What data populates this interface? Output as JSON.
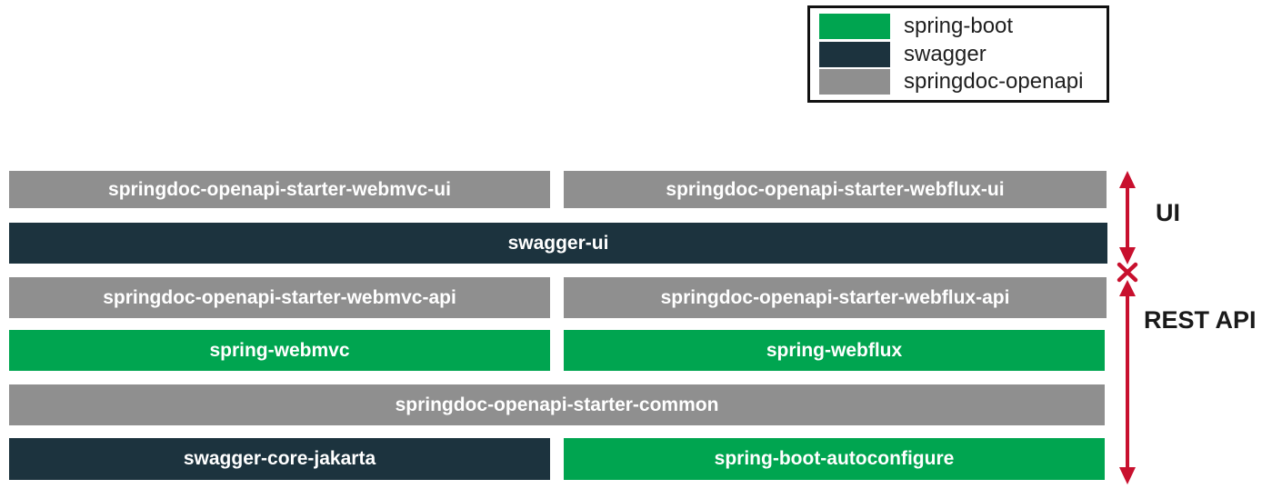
{
  "legend": {
    "items": [
      {
        "label": "spring-boot",
        "color": "#00A550"
      },
      {
        "label": "swagger",
        "color": "#1C333E"
      },
      {
        "label": "springdoc-openapi",
        "color": "#8F8F8F"
      }
    ]
  },
  "boxes": {
    "webmvc_ui": {
      "label": "springdoc-openapi-starter-webmvc-ui",
      "group": "springdoc-openapi"
    },
    "webflux_ui": {
      "label": "springdoc-openapi-starter-webflux-ui",
      "group": "springdoc-openapi"
    },
    "swagger_ui": {
      "label": "swagger-ui",
      "group": "swagger"
    },
    "webmvc_api": {
      "label": "springdoc-openapi-starter-webmvc-api",
      "group": "springdoc-openapi"
    },
    "webflux_api": {
      "label": "springdoc-openapi-starter-webflux-api",
      "group": "springdoc-openapi"
    },
    "spring_webmvc": {
      "label": "spring-webmvc",
      "group": "spring-boot"
    },
    "spring_webflux": {
      "label": "spring-webflux",
      "group": "spring-boot"
    },
    "starter_common": {
      "label": "springdoc-openapi-starter-common",
      "group": "springdoc-openapi"
    },
    "swagger_core": {
      "label": "swagger-core-jakarta",
      "group": "swagger"
    },
    "autoconfigure": {
      "label": "spring-boot-autoconfigure",
      "group": "spring-boot"
    }
  },
  "annotations": {
    "ui_label": "UI",
    "rest_api_label": "REST API"
  },
  "colors": {
    "spring_boot_green": "#00A550",
    "swagger_dark": "#1C333E",
    "springdoc_gray": "#8F8F8F",
    "arrow_red": "#C8102E",
    "text_dark": "#1a1a1a"
  }
}
